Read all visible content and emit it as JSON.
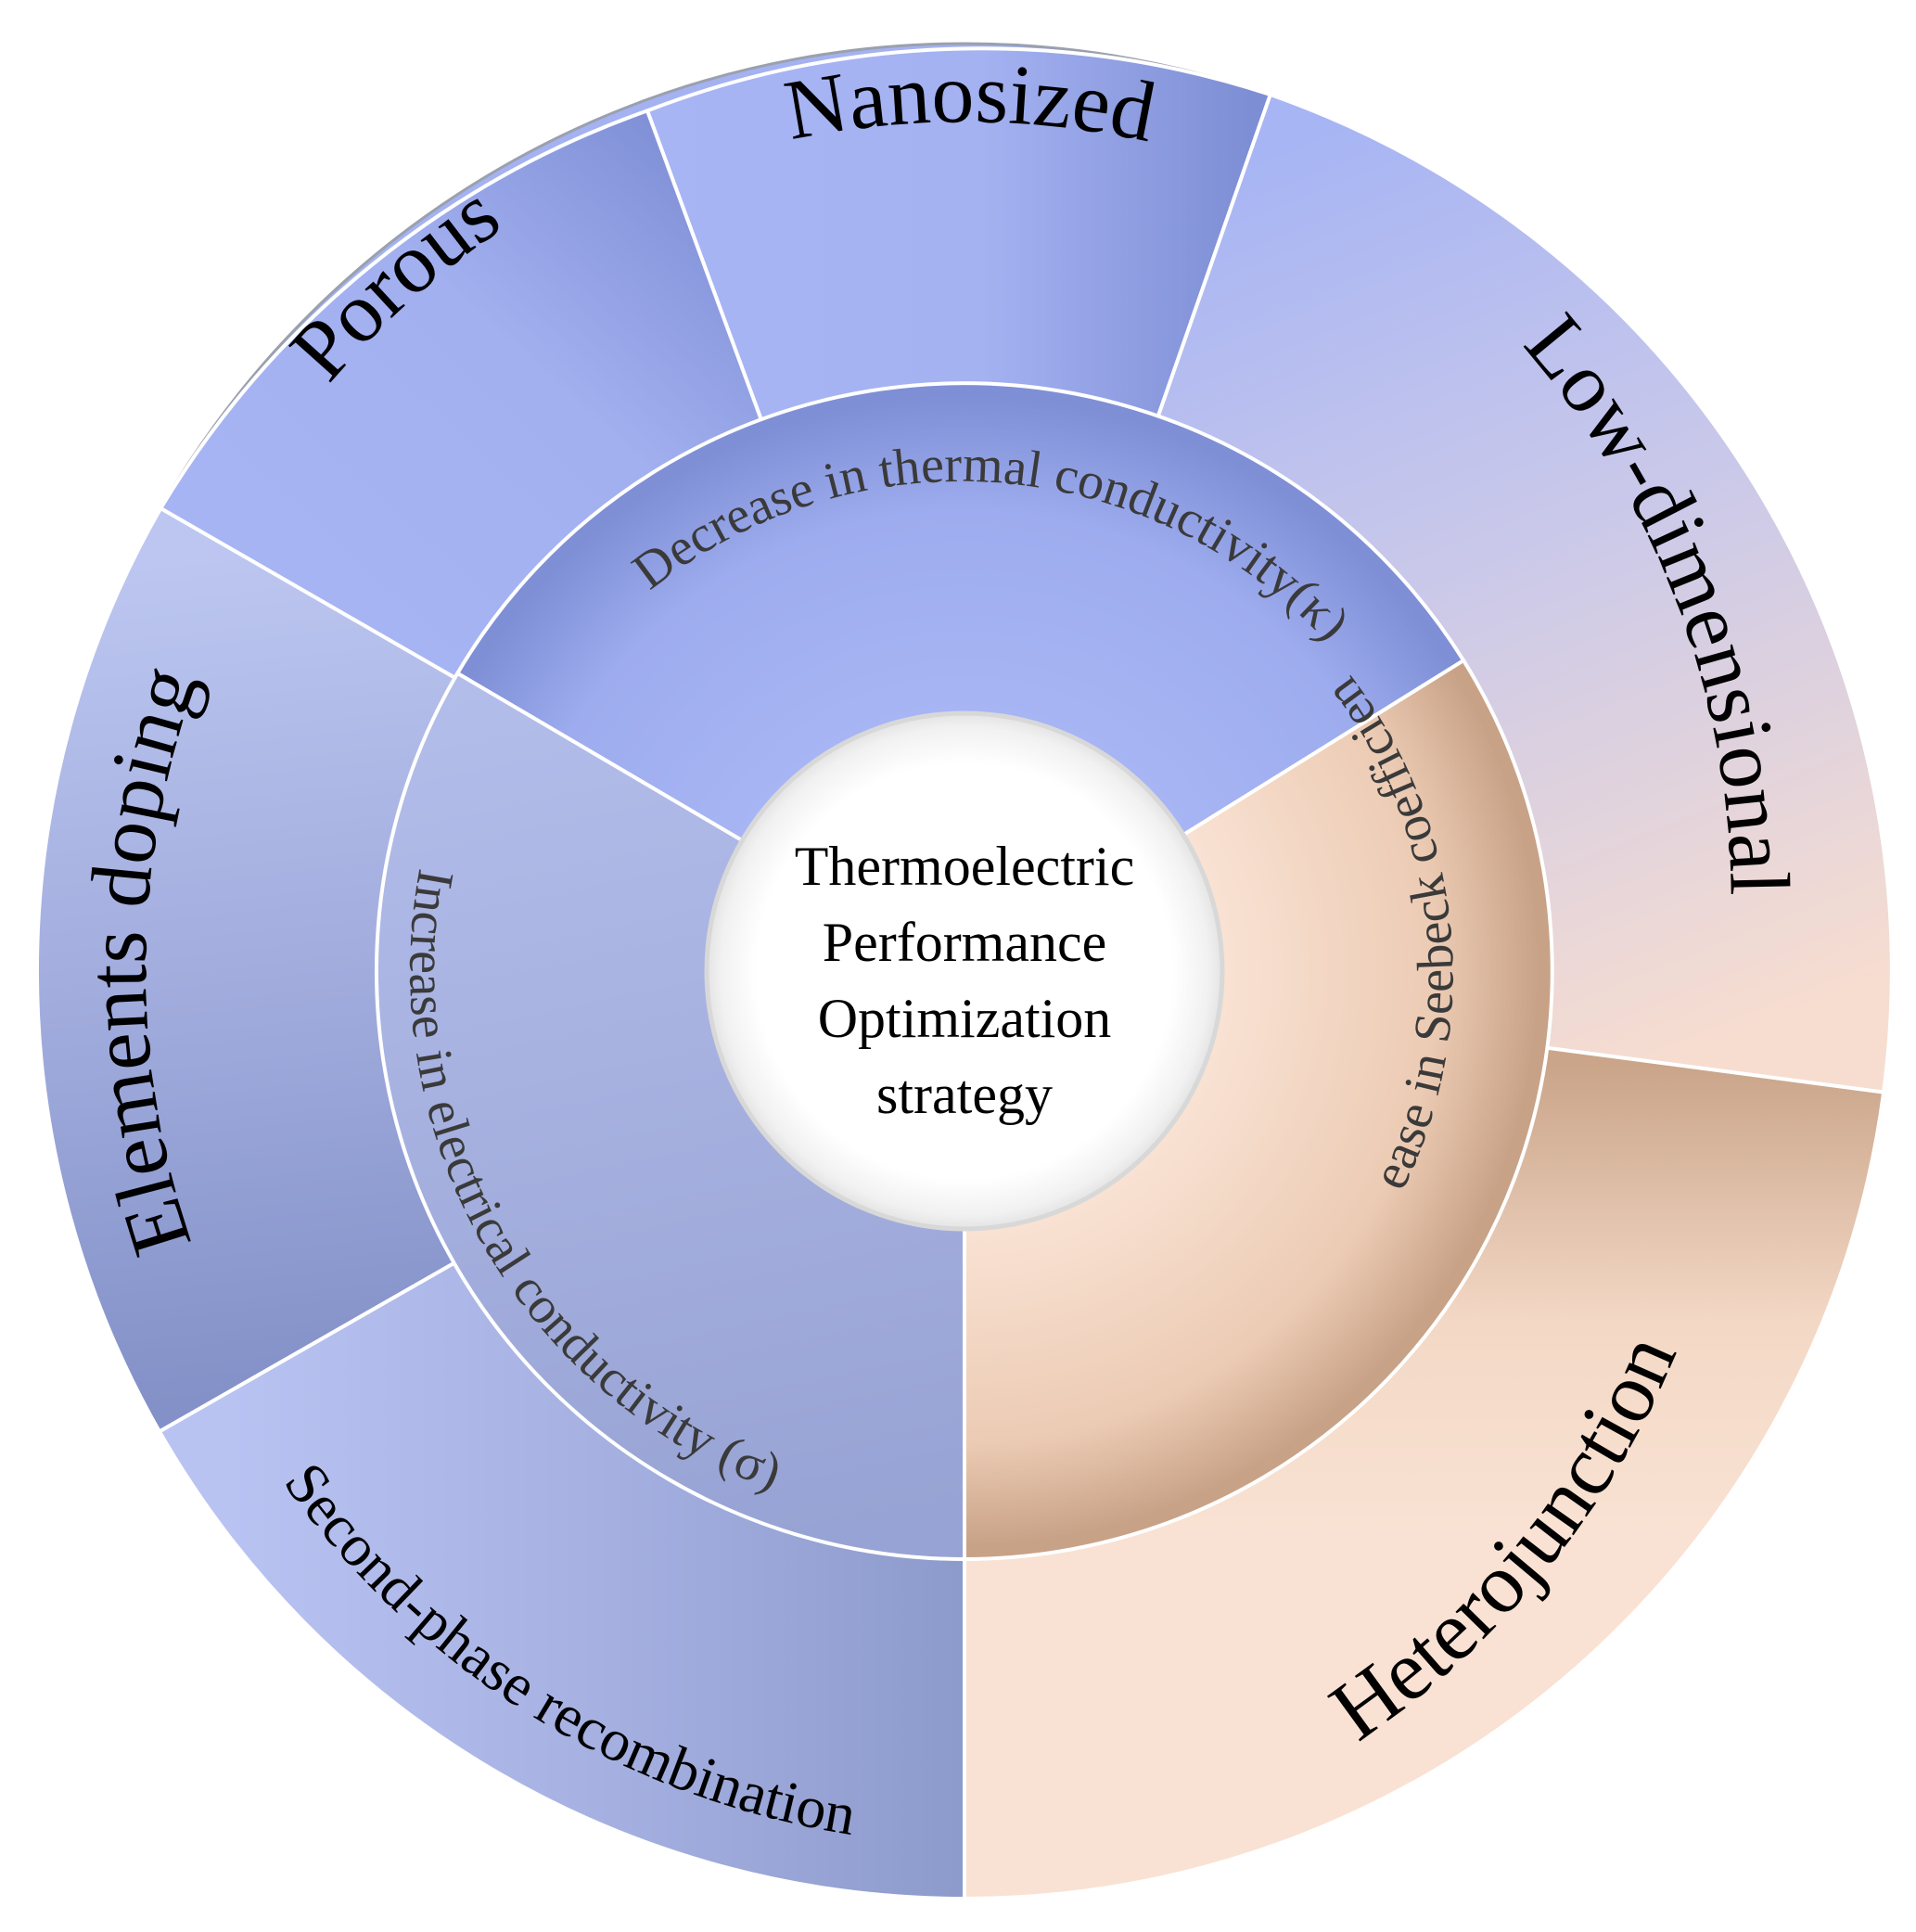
{
  "center": {
    "lines": [
      "Thermoelectric",
      "Performance",
      "Optimization",
      "strategy"
    ]
  },
  "inner_ring": [
    {
      "id": "thermal",
      "label": "Decrease in thermal conductivity(κ)"
    },
    {
      "id": "seebeck",
      "label": "Increase in Seebeck coefficient(S)"
    },
    {
      "id": "electrical",
      "label": "Increase in electrical conductivity (σ)"
    }
  ],
  "outer_ring": [
    {
      "id": "nanosized",
      "label": "Nanosized"
    },
    {
      "id": "low-dimensional",
      "label": "Low-dimensional"
    },
    {
      "id": "heterojunction",
      "label": "Heterojunction"
    },
    {
      "id": "second-phase",
      "label": "Second-phase recombination"
    },
    {
      "id": "elements-doping",
      "label": "Elements doping"
    },
    {
      "id": "porous",
      "label": "Porous"
    }
  ],
  "colors": {
    "blue_light": "#a7b5f4",
    "blue_mid": "#8c9be0",
    "blue_dark": "#7b8bd2",
    "slate_light": "#bac4ec",
    "slate_dark": "#8592c8",
    "peach_light": "#f9e2d3",
    "peach_dark": "#caa58a",
    "border": "#9aa0ae",
    "separator": "#ffffff"
  }
}
